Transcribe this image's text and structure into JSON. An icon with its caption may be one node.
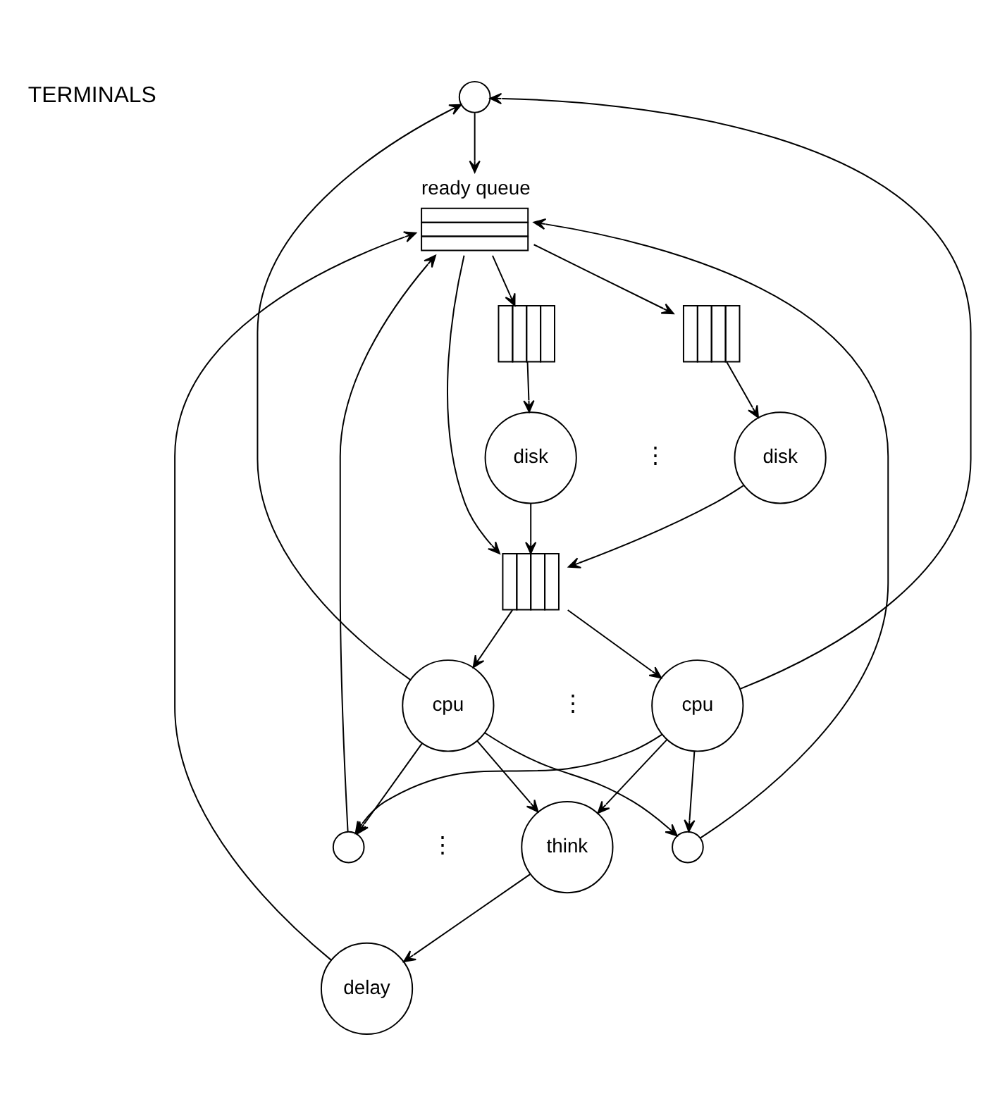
{
  "diagram": {
    "nodes": [
      {
        "text": [],
        "shape": "circle"
      },
      {
        "text": [],
        "shape": "circle"
      },
      {
        "text": [],
        "shape": "circle"
      },
      {
        "text": [
          "delay"
        ]
      },
      {
        "text": [
          "ready queue"
        ]
      },
      {
        "text": [],
        "shape": "queue"
      },
      {
        "text": [
          "disk"
        ]
      },
      {
        "text": [],
        "shape": "queue"
      },
      {
        "text": [
          "disk"
        ]
      },
      {
        "text": [],
        "shape": "queue"
      },
      {
        "text": [
          "cpu"
        ]
      },
      {
        "text": [
          "cpu"
        ]
      },
      {
        "text": [
          "think"
        ]
      }
    ],
    "edges": [
      {
        "from": 10,
        "to": 0,
        "arrow": "to"
      },
      {
        "from": 10,
        "to": 1,
        "arrow": "to"
      },
      {
        "from": 10,
        "to": 2,
        "arrow": "to"
      },
      {
        "from": 11,
        "to": 0,
        "arrow": "to"
      },
      {
        "from": 11,
        "to": 1,
        "arrow": "to"
      },
      {
        "from": 11,
        "to": 2,
        "arrow": "to"
      },
      {
        "from": 0,
        "to": 4,
        "arrow": "to"
      },
      {
        "from": 1,
        "to": 4,
        "arrow": "to"
      },
      {
        "from": 2,
        "to": 4,
        "arrow": "to"
      },
      {
        "from": 10,
        "to": 12,
        "arrow": "to"
      },
      {
        "from": 11,
        "to": 12,
        "arrow": "to"
      },
      {
        "from": 12,
        "to": 3,
        "arrow": "to"
      },
      {
        "from": 3,
        "to": 4,
        "arrow": "to"
      },
      {
        "from": 4,
        "to": 5,
        "arrow": "to"
      },
      {
        "from": 4,
        "to": 7,
        "arrow": "to"
      },
      {
        "from": 4,
        "to": 9,
        "arrow": "to"
      },
      {
        "from": 5,
        "to": 6,
        "arrow": "to"
      },
      {
        "from": 7,
        "to": 8,
        "arrow": "to"
      },
      {
        "from": 6,
        "to": 9,
        "arrow": "to"
      },
      {
        "from": 8,
        "to": 9,
        "arrow": "to"
      },
      {
        "from": 9,
        "to": 10,
        "arrow": "to"
      },
      {
        "from": 9,
        "to": 11,
        "arrow": "to"
      }
    ],
    "labels": [
      "TERMINALS",
      "⋮",
      "⋮",
      "⋮"
    ]
  }
}
